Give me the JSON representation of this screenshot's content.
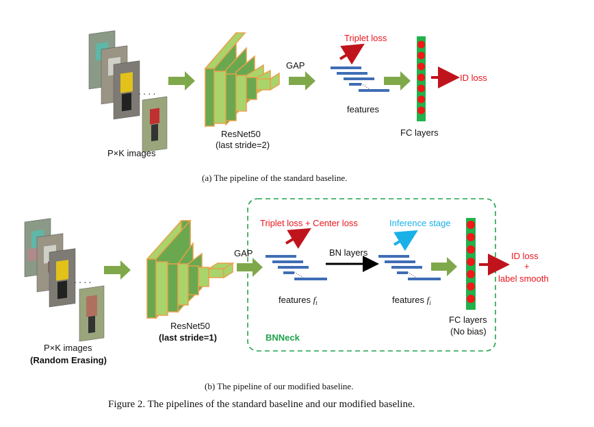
{
  "panel_a": {
    "input_label": "P×K images",
    "backbone_label": "ResNet50",
    "backbone_sub": "(last stride=2)",
    "gap_label": "GAP",
    "triplet_label": "Triplet loss",
    "features_label": "features",
    "fc_label": "FC layers",
    "id_loss_label": "ID loss",
    "caption": "(a)  The pipeline of the standard baseline."
  },
  "panel_b": {
    "input_label": "P×K images",
    "input_sub": "(Random Erasing)",
    "backbone_label": "ResNet50",
    "backbone_sub": "(last stride=1)",
    "gap_label": "GAP",
    "triplet_center_label": "Triplet loss + Center loss",
    "inference_label": "Inference stage",
    "bn_layers_label": "BN layers",
    "features_t_label": "features ",
    "features_t_sym": "f",
    "features_t_sub": "t",
    "features_i_label": "features ",
    "features_i_sym": "f",
    "features_i_sub": "i",
    "fc_label": "FC layers",
    "fc_sub": "(No bias)",
    "id_loss_label": "ID loss",
    "plus_label": "+",
    "label_smooth_label": "label smooth",
    "bnneck_label": "BNNeck",
    "caption": "(b)  The pipeline of our modified baseline."
  },
  "figure_caption": "Figure 2. The pipelines of the standard baseline and our modified baseline.",
  "colors": {
    "cnn_dark": "#6aa84f",
    "cnn_light": "#a9d46b",
    "cnn_edge": "#e8a04a",
    "arrow_green": "#7fa84a",
    "feature_bar": "#3f6db5",
    "fc_green": "#22b14c",
    "fc_dot": "#f01818",
    "loss_red": "#c0141c",
    "infer_blue": "#1ab0e8",
    "bnneck_green": "#1fa24a"
  }
}
